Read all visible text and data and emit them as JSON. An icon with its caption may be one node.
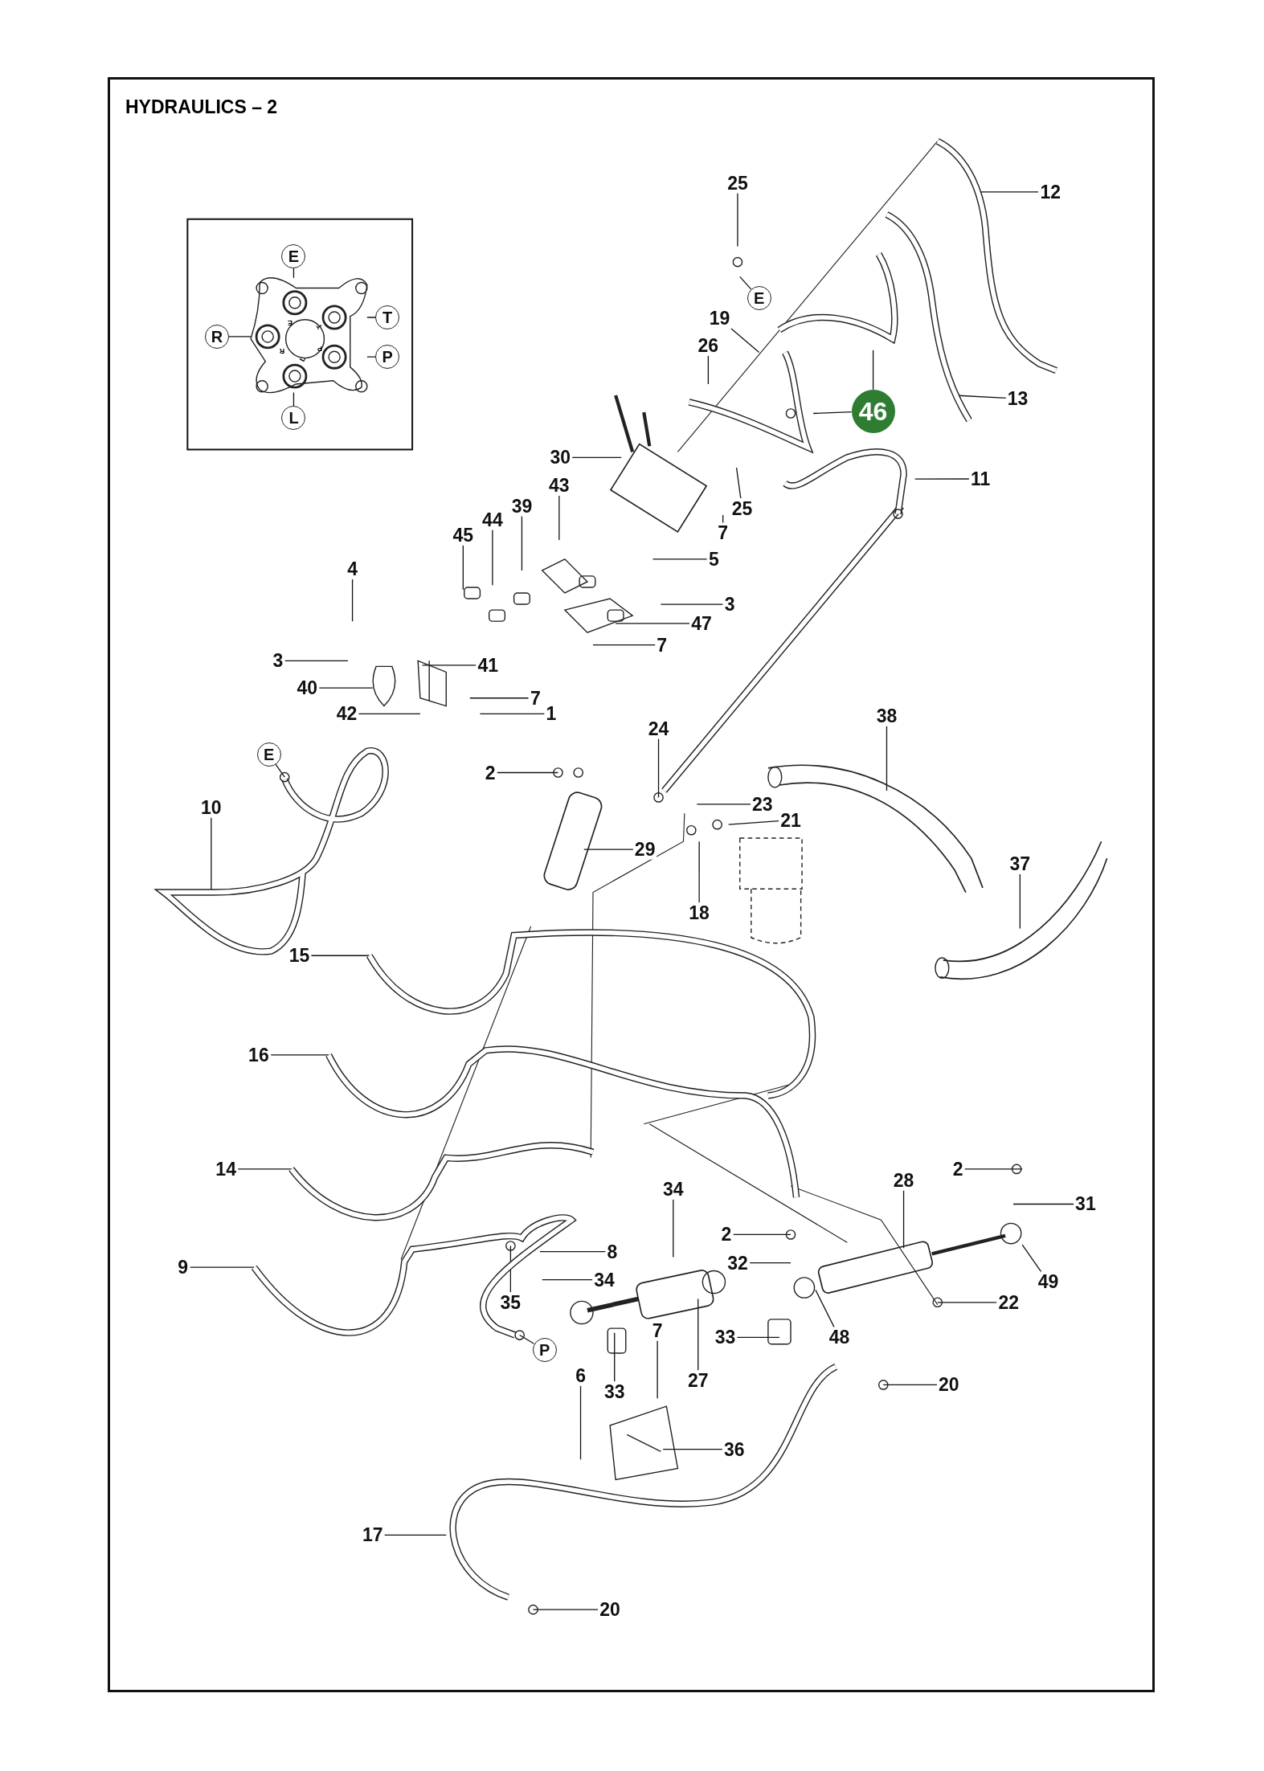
{
  "diagram": {
    "title": "HYDRAULICS – 2",
    "nodes": [
      {
        "text": [
          "25"
        ]
      },
      {
        "text": [
          "E"
        ]
      },
      {
        "text": [
          "12"
        ]
      },
      {
        "text": [
          "19"
        ]
      },
      {
        "text": [
          "26"
        ]
      },
      {
        "text": [
          "46"
        ]
      },
      {
        "text": [
          "13"
        ]
      },
      {
        "text": [
          "30"
        ]
      },
      {
        "text": [
          "11"
        ]
      },
      {
        "text": [
          "25"
        ]
      },
      {
        "text": [
          "7"
        ]
      },
      {
        "text": [
          "5"
        ]
      },
      {
        "text": [
          "43"
        ]
      },
      {
        "text": [
          "39"
        ]
      },
      {
        "text": [
          "44"
        ]
      },
      {
        "text": [
          "45"
        ]
      },
      {
        "text": [
          "4"
        ]
      },
      {
        "text": [
          "3"
        ]
      },
      {
        "text": [
          "47"
        ]
      },
      {
        "text": [
          "7"
        ]
      },
      {
        "text": [
          "3"
        ]
      },
      {
        "text": [
          "41"
        ]
      },
      {
        "text": [
          "40"
        ]
      },
      {
        "text": [
          "7"
        ]
      },
      {
        "text": [
          "42"
        ]
      },
      {
        "text": [
          "1"
        ]
      },
      {
        "text": [
          "24"
        ]
      },
      {
        "text": [
          "38"
        ]
      },
      {
        "text": [
          "2"
        ]
      },
      {
        "text": [
          "23"
        ]
      },
      {
        "text": [
          "21"
        ]
      },
      {
        "text": [
          "E"
        ]
      },
      {
        "text": [
          "10"
        ]
      },
      {
        "text": [
          "29"
        ]
      },
      {
        "text": [
          "18"
        ]
      },
      {
        "text": [
          "37"
        ]
      },
      {
        "text": [
          "15"
        ]
      },
      {
        "text": [
          "16"
        ]
      },
      {
        "text": [
          "14"
        ]
      },
      {
        "text": [
          "28"
        ]
      },
      {
        "text": [
          "2"
        ]
      },
      {
        "text": [
          "31"
        ]
      },
      {
        "text": [
          "34"
        ]
      },
      {
        "text": [
          "2"
        ]
      },
      {
        "text": [
          "9"
        ]
      },
      {
        "text": [
          "8"
        ]
      },
      {
        "text": [
          "32"
        ]
      },
      {
        "text": [
          "34"
        ]
      },
      {
        "text": [
          "49"
        ]
      },
      {
        "text": [
          "22"
        ]
      },
      {
        "text": [
          "35"
        ]
      },
      {
        "text": [
          "48"
        ]
      },
      {
        "text": [
          "33"
        ]
      },
      {
        "text": [
          "P"
        ]
      },
      {
        "text": [
          "7"
        ]
      },
      {
        "text": [
          "27"
        ]
      },
      {
        "text": [
          "33"
        ]
      },
      {
        "text": [
          "20"
        ]
      },
      {
        "text": [
          "6"
        ]
      },
      {
        "text": [
          "36"
        ]
      },
      {
        "text": [
          "17"
        ]
      },
      {
        "text": [
          "20"
        ]
      },
      {
        "text": [
          "E"
        ]
      },
      {
        "text": [
          "T"
        ]
      },
      {
        "text": [
          "R"
        ]
      },
      {
        "text": [
          "P"
        ]
      },
      {
        "text": [
          "L"
        ]
      },
      {
        "text": [],
        "shape": "picture"
      }
    ],
    "edges": [
      {
        "from": 0,
        "to": null,
        "arrow": "none"
      },
      {
        "from": 1,
        "to": null,
        "arrow": "none"
      },
      {
        "from": 2,
        "to": null,
        "arrow": "none"
      },
      {
        "from": 3,
        "to": null,
        "arrow": "none"
      },
      {
        "from": 4,
        "to": null,
        "arrow": "none"
      },
      {
        "from": 5,
        "to": null,
        "arrow": "none"
      },
      {
        "from": 6,
        "to": null,
        "arrow": "none"
      },
      {
        "from": 7,
        "to": null,
        "arrow": "none"
      },
      {
        "from": 8,
        "to": null,
        "arrow": "none"
      },
      {
        "from": 9,
        "to": null,
        "arrow": "none"
      },
      {
        "from": 10,
        "to": null,
        "arrow": "none"
      },
      {
        "from": 11,
        "to": null,
        "arrow": "none"
      },
      {
        "from": 12,
        "to": null,
        "arrow": "none"
      },
      {
        "from": 13,
        "to": null,
        "arrow": "none"
      },
      {
        "from": 14,
        "to": null,
        "arrow": "none"
      },
      {
        "from": 15,
        "to": null,
        "arrow": "none"
      },
      {
        "from": 16,
        "to": null,
        "arrow": "none"
      },
      {
        "from": 17,
        "to": null,
        "arrow": "none"
      },
      {
        "from": 18,
        "to": null,
        "arrow": "none"
      },
      {
        "from": 19,
        "to": null,
        "arrow": "none"
      },
      {
        "from": 20,
        "to": null,
        "arrow": "none"
      },
      {
        "from": 21,
        "to": null,
        "arrow": "none"
      },
      {
        "from": 22,
        "to": null,
        "arrow": "none"
      },
      {
        "from": 23,
        "to": null,
        "arrow": "none"
      },
      {
        "from": 24,
        "to": null,
        "arrow": "none"
      },
      {
        "from": 25,
        "to": null,
        "arrow": "none"
      },
      {
        "from": 26,
        "to": null,
        "arrow": "none"
      },
      {
        "from": 27,
        "to": null,
        "arrow": "none"
      },
      {
        "from": 28,
        "to": null,
        "arrow": "none"
      },
      {
        "from": 29,
        "to": null,
        "arrow": "none"
      },
      {
        "from": 30,
        "to": null,
        "arrow": "none"
      },
      {
        "from": 31,
        "to": null,
        "arrow": "none"
      },
      {
        "from": 32,
        "to": null,
        "arrow": "none"
      },
      {
        "from": 33,
        "to": null,
        "arrow": "none"
      },
      {
        "from": 34,
        "to": null,
        "arrow": "none"
      },
      {
        "from": 35,
        "to": null,
        "arrow": "none"
      },
      {
        "from": 36,
        "to": null,
        "arrow": "none"
      },
      {
        "from": 37,
        "to": null,
        "arrow": "none"
      },
      {
        "from": 38,
        "to": null,
        "arrow": "none"
      },
      {
        "from": 39,
        "to": null,
        "arrow": "none"
      },
      {
        "from": 40,
        "to": null,
        "arrow": "none"
      },
      {
        "from": 41,
        "to": null,
        "arrow": "none"
      },
      {
        "from": 42,
        "to": null,
        "arrow": "none"
      },
      {
        "from": 43,
        "to": null,
        "arrow": "none"
      },
      {
        "from": 44,
        "to": null,
        "arrow": "none"
      },
      {
        "from": 45,
        "to": null,
        "arrow": "none"
      },
      {
        "from": 46,
        "to": null,
        "arrow": "none"
      },
      {
        "from": 47,
        "to": null,
        "arrow": "none"
      },
      {
        "from": 48,
        "to": null,
        "arrow": "none"
      },
      {
        "from": 49,
        "to": null,
        "arrow": "none"
      },
      {
        "from": 50,
        "to": null,
        "arrow": "none"
      },
      {
        "from": 51,
        "to": null,
        "arrow": "none"
      },
      {
        "from": 52,
        "to": null,
        "arrow": "none"
      },
      {
        "from": 53,
        "to": null,
        "arrow": "none"
      },
      {
        "from": 54,
        "to": null,
        "arrow": "none"
      },
      {
        "from": 55,
        "to": null,
        "arrow": "none"
      },
      {
        "from": 56,
        "to": null,
        "arrow": "none"
      },
      {
        "from": 57,
        "to": null,
        "arrow": "none"
      },
      {
        "from": 58,
        "to": null,
        "arrow": "none"
      },
      {
        "from": 59,
        "to": null,
        "arrow": "none"
      },
      {
        "from": 60,
        "to": null,
        "arrow": "none"
      },
      {
        "from": 61,
        "to": null,
        "arrow": "none"
      },
      {
        "from": 62,
        "to": 67,
        "arrow": "none"
      },
      {
        "from": 63,
        "to": 67,
        "arrow": "none"
      },
      {
        "from": 64,
        "to": 67,
        "arrow": "none"
      },
      {
        "from": 65,
        "to": 67,
        "arrow": "none"
      },
      {
        "from": 66,
        "to": 67,
        "arrow": "none"
      },
      {
        "from": 5,
        "to": null,
        "arrow": "none"
      }
    ],
    "labels": [
      "E",
      "T",
      "P",
      "L",
      "R"
    ]
  }
}
